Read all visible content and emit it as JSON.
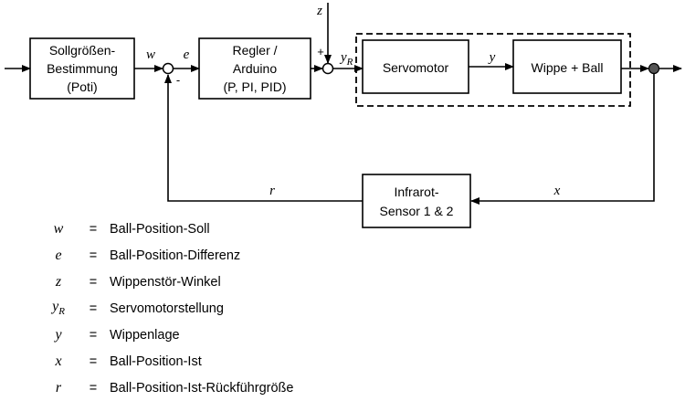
{
  "blocks": {
    "setpoint": {
      "line1": "Sollgrößen-",
      "line2": "Bestimmung",
      "line3": "(Poti)"
    },
    "controller": {
      "line1": "Regler /",
      "line2": "Arduino",
      "line3": "(P, PI, PID)"
    },
    "servo": {
      "line1": "Servomotor"
    },
    "seesaw": {
      "line1": "Wippe + Ball"
    },
    "sensor": {
      "line1": "Infrarot-",
      "line2": "Sensor 1 & 2"
    }
  },
  "signals": {
    "w": "w",
    "e": "e",
    "z": "z",
    "yR_main": "y",
    "yR_sub": "R",
    "y": "y",
    "x": "x",
    "r": "r"
  },
  "signs": {
    "minus": "-",
    "plus": "+"
  },
  "legend": [
    {
      "sym": "w",
      "sub": "",
      "eq": "=",
      "desc": "Ball-Position-Soll"
    },
    {
      "sym": "e",
      "sub": "",
      "eq": "=",
      "desc": "Ball-Position-Differenz"
    },
    {
      "sym": "z",
      "sub": "",
      "eq": "=",
      "desc": "Wippenstör-Winkel"
    },
    {
      "sym": "y",
      "sub": "R",
      "eq": "=",
      "desc": "Servomotorstellung"
    },
    {
      "sym": "y",
      "sub": "",
      "eq": "=",
      "desc": "Wippenlage"
    },
    {
      "sym": "x",
      "sub": "",
      "eq": "=",
      "desc": "Ball-Position-Ist"
    },
    {
      "sym": "r",
      "sub": "",
      "eq": "=",
      "desc": "Ball-Position-Ist-Rückführgröße"
    }
  ]
}
